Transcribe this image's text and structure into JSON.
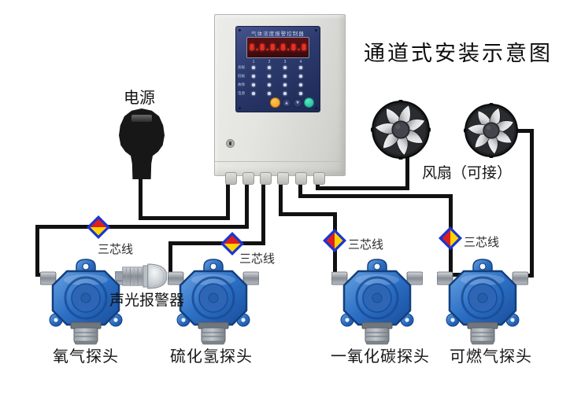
{
  "title": "通道式安装示意图",
  "power": {
    "label": "电源"
  },
  "controller": {
    "panel_title": "气体浓度报警控制器",
    "display_value": "8.8.8.8.8.8",
    "channels": [
      "1",
      "2",
      "3",
      "4"
    ],
    "row_labels": [
      "高报",
      "低报",
      "故障",
      "电源"
    ],
    "btn_up_glyph": "▲",
    "btn_down_glyph": "▼"
  },
  "fans": {
    "label": "风扇（可接）"
  },
  "alarm": {
    "label": "声光报警器"
  },
  "wiring": {
    "label": "三芯线"
  },
  "detectors": [
    {
      "label": "氧气探头"
    },
    {
      "label": "硫化氢探头"
    },
    {
      "label": "一氧化碳探头"
    },
    {
      "label": "可燃气探头"
    }
  ],
  "colors": {
    "detector_blue": "#2b6fc4",
    "wire_black": "#111111",
    "diamond_border_blue": "#1b35cf",
    "diamond_red": "#dd1f1f",
    "diamond_yellow": "#ffd400",
    "led_digit_red": "#ff2617",
    "panel_navy": "#2c3a6e",
    "button_orange": "#ef9c15",
    "button_green": "#17b291"
  }
}
